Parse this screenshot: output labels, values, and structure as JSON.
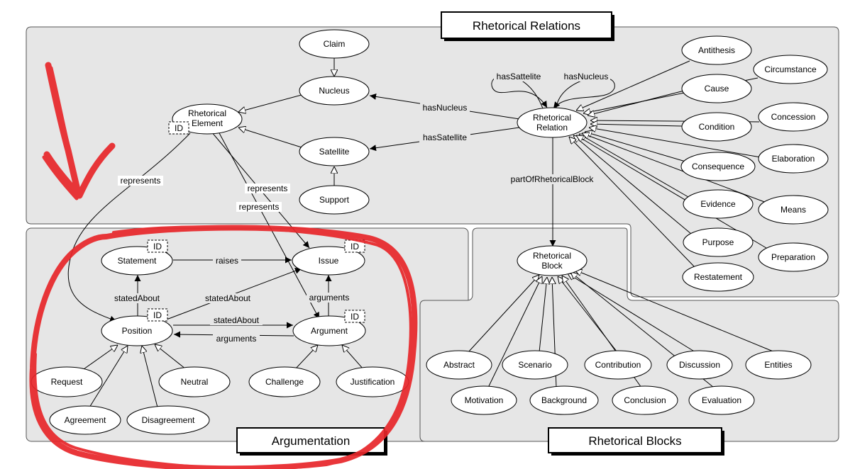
{
  "panels": {
    "rhetorical_relations_title": "Rhetorical Relations",
    "argumentation_title": "Argumentation",
    "rhetorical_blocks_title": "Rhetorical Blocks"
  },
  "nodes": {
    "claim": "Claim",
    "nucleus": "Nucleus",
    "rhetorical_element_line1": "Rhetorical",
    "rhetorical_element_line2": "Element",
    "satellite": "Satellite",
    "support": "Support",
    "rhetorical_relation_line1": "Rhetorical",
    "rhetorical_relation_line2": "Relation",
    "antithesis": "Antithesis",
    "circumstance": "Circumstance",
    "cause": "Cause",
    "concession": "Concession",
    "condition": "Condition",
    "elaboration": "Elaboration",
    "consequence": "Consequence",
    "evidence": "Evidence",
    "means": "Means",
    "purpose": "Purpose",
    "preparation": "Preparation",
    "restatement": "Restatement",
    "statement": "Statement",
    "issue": "Issue",
    "position": "Position",
    "argument": "Argument",
    "request": "Request",
    "neutral": "Neutral",
    "agreement": "Agreement",
    "disagreement": "Disagreement",
    "challenge": "Challenge",
    "justification": "Justification",
    "rhetorical_block_line1": "Rhetorical",
    "rhetorical_block_line2": "Block",
    "abstract": "Abstract",
    "scenario": "Scenario",
    "contribution": "Contribution",
    "discussion": "Discussion",
    "entities": "Entities",
    "motivation": "Motivation",
    "background": "Background",
    "conclusion": "Conclusion",
    "evaluation": "Evaluation",
    "id_badge": "ID"
  },
  "edge_labels": {
    "has_sattelite_loop": "hasSattelite",
    "has_nucleus_loop": "hasNucleus",
    "has_nucleus": "hasNucleus",
    "has_satellite": "hasSatellite",
    "part_of_rhetorical_block": "partOfRhetoricalBlock",
    "represents_left": "represents",
    "represents_mid1": "represents",
    "represents_mid2": "represents",
    "raises": "raises",
    "stated_about_1": "statedAbout",
    "stated_about_2": "statedAbout",
    "stated_about_3": "statedAbout",
    "arguments_1": "arguments",
    "arguments_2": "arguments"
  },
  "colors": {
    "panel_fill": "#e6e6e6",
    "panel_stroke": "#555555",
    "node_fill": "#ffffff",
    "node_stroke": "#000000",
    "annotation_red": "#e8262a"
  }
}
